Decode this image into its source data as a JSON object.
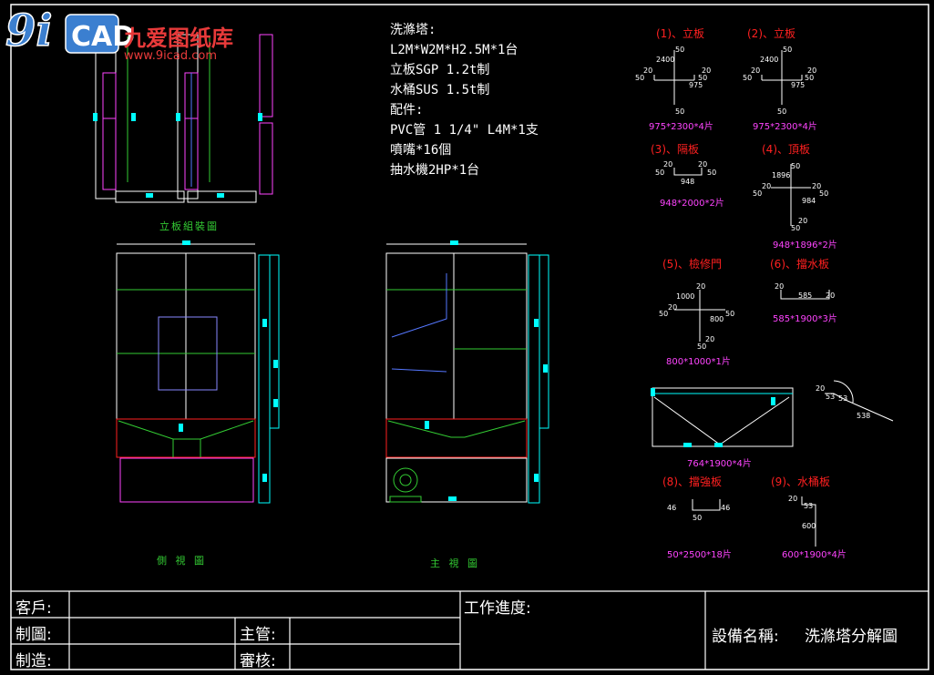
{
  "logo": {
    "brand": "九爱图纸库",
    "url": "www.9icad.com"
  },
  "spec_lines": [
    "洗滌塔:",
    "L2M*W2M*H2.5M*1台",
    "立板SGP  1.2t制",
    "水桶SUS  1.5t制",
    "配件:",
    "PVC管 1 1/4\" L4M*1支",
    "噴嘴*16個",
    "抽水機2HP*1台"
  ],
  "views": {
    "assembly": "立板組裝圖",
    "side": "側 視 圖",
    "front": "主 視 圖"
  },
  "parts": [
    {
      "title": "(1)、立板",
      "size": "975*2300*4片",
      "dims": [
        "50",
        "2400",
        "20",
        "50",
        "20",
        "50",
        "975",
        "50"
      ]
    },
    {
      "title": "(2)、立板",
      "size": "975*2300*4片",
      "dims": [
        "50",
        "2400",
        "20",
        "50",
        "20",
        "50",
        "975",
        "50"
      ]
    },
    {
      "title": "(3)、隔板",
      "size": "948*2000*2片",
      "dims": [
        "20",
        "50",
        "20",
        "50",
        "948"
      ]
    },
    {
      "title": "(4)、頂板",
      "size": "948*1896*2片",
      "dims": [
        "50",
        "1896",
        "20",
        "50",
        "20",
        "50",
        "984",
        "20",
        "50"
      ]
    },
    {
      "title": "(5)、檢修門",
      "size": "800*1000*1片",
      "dims": [
        "20",
        "1000",
        "20",
        "50",
        "50",
        "800",
        "20",
        "50"
      ]
    },
    {
      "title": "(6)、擋水板",
      "size": "585*1900*3片",
      "dims": [
        "20",
        "585",
        "20"
      ]
    },
    {
      "title": "",
      "size": "764*1900*4片",
      "dims": [
        "20",
        "53",
        "53",
        "538"
      ]
    },
    {
      "title": "(8)、擋強板",
      "size": "50*2500*18片",
      "dims": [
        "46",
        "46",
        "50"
      ]
    },
    {
      "title": "(9)、水桶板",
      "size": "600*1900*4片",
      "dims": [
        "20",
        "53",
        "600"
      ]
    }
  ],
  "title_block": {
    "customer_label": "客戶:",
    "drawn_label": "制圖:",
    "made_label": "制造:",
    "supervisor_label": "主管:",
    "review_label": "審核:",
    "progress_label": "工作進度:",
    "equipment_label": "設備名稱:",
    "equipment_value": "洗滌塔分解圖"
  },
  "colors": {
    "frame": "#ffffff",
    "cad_green": "#33cc33",
    "cad_cyan": "#00ffff",
    "cad_red": "#ff2020",
    "cad_magenta": "#ff44ff",
    "cad_blue": "#5577ff"
  }
}
